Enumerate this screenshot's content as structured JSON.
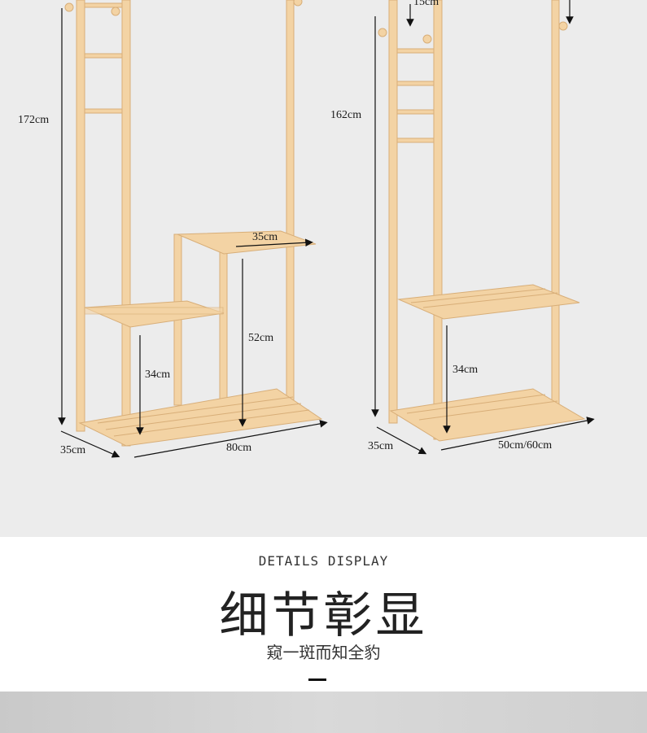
{
  "left_rack": {
    "height": "172cm",
    "upper_shelf_width": "35cm",
    "upper_shelf_height": "52cm",
    "lower_shelf_height": "34cm",
    "depth": "35cm",
    "width": "80cm"
  },
  "right_rack": {
    "top_spacing": "15cm",
    "height": "162cm",
    "shelf_height": "34cm",
    "depth": "35cm",
    "width": "50cm/60cm"
  },
  "details": {
    "subtitle_en": "DETAILS DISPLAY",
    "title_cn": "细节彰显",
    "subtitle_cn": "窥一斑而知全豹"
  },
  "colors": {
    "background": "#ececec",
    "wood": "#f3d3a4",
    "wood_edge": "#d8ae78"
  }
}
